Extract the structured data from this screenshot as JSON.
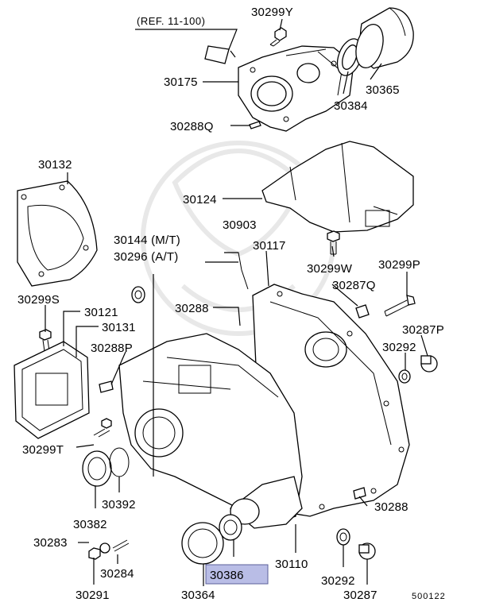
{
  "diagram": {
    "ref_note": "(REF. 11-100)",
    "highlighted_part": "30386",
    "drawing_number": "500122",
    "parts": [
      {
        "id": "p30299Y",
        "label": "30299Y"
      },
      {
        "id": "p30175",
        "label": "30175"
      },
      {
        "id": "p30384",
        "label": "30384"
      },
      {
        "id": "p30365",
        "label": "30365"
      },
      {
        "id": "p30288Q",
        "label": "30288Q"
      },
      {
        "id": "p30132",
        "label": "30132"
      },
      {
        "id": "p30124",
        "label": "30124"
      },
      {
        "id": "p30903",
        "label": "30903"
      },
      {
        "id": "p30144",
        "label": "30144 (M/T)"
      },
      {
        "id": "p30296",
        "label": "30296 (A/T)"
      },
      {
        "id": "p30117",
        "label": "30117"
      },
      {
        "id": "p30299W",
        "label": "30299W"
      },
      {
        "id": "p30299P",
        "label": "30299P"
      },
      {
        "id": "p30287Q",
        "label": "30287Q"
      },
      {
        "id": "p30299S",
        "label": "30299S"
      },
      {
        "id": "p30121",
        "label": "30121"
      },
      {
        "id": "p30131",
        "label": "30131"
      },
      {
        "id": "p30288",
        "label": "30288"
      },
      {
        "id": "p30288P",
        "label": "30288P"
      },
      {
        "id": "p30287P",
        "label": "30287P"
      },
      {
        "id": "p30292",
        "label": "30292"
      },
      {
        "id": "p30299T",
        "label": "30299T"
      },
      {
        "id": "p30392",
        "label": "30392"
      },
      {
        "id": "p30382",
        "label": "30382"
      },
      {
        "id": "p30288b",
        "label": "30288"
      },
      {
        "id": "p30283",
        "label": "30283"
      },
      {
        "id": "p30110",
        "label": "30110"
      },
      {
        "id": "p30284",
        "label": "30284"
      },
      {
        "id": "p30386",
        "label": "30386"
      },
      {
        "id": "p30292b",
        "label": "30292"
      },
      {
        "id": "p30291",
        "label": "30291"
      },
      {
        "id": "p30364",
        "label": "30364"
      },
      {
        "id": "p30287",
        "label": "30287"
      }
    ]
  }
}
